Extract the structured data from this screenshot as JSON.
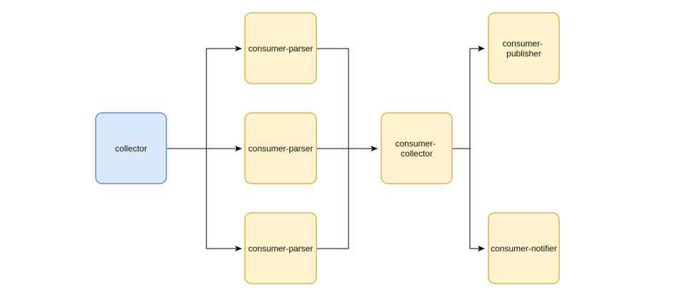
{
  "diagram": {
    "nodes": {
      "collector": {
        "lines": [
          "collector"
        ],
        "fill": "#dae8fc",
        "stroke": "#6c8ebf"
      },
      "parser_top": {
        "lines": [
          "consumer-parser"
        ],
        "fill": "#fff2cc",
        "stroke": "#d6b656"
      },
      "parser_mid": {
        "lines": [
          "consumer-parser"
        ],
        "fill": "#fff2cc",
        "stroke": "#d6b656"
      },
      "parser_bot": {
        "lines": [
          "consumer-parser"
        ],
        "fill": "#fff2cc",
        "stroke": "#d6b656"
      },
      "consumer_collector": {
        "lines": [
          "consumer-",
          "collector"
        ],
        "fill": "#fff2cc",
        "stroke": "#d6b656"
      },
      "publisher": {
        "lines": [
          "consumer-",
          "publisher"
        ],
        "fill": "#fff2cc",
        "stroke": "#d6b656"
      },
      "notifier": {
        "lines": [
          "consumer-notifier"
        ],
        "fill": "#fff2cc",
        "stroke": "#d6b656"
      }
    },
    "edges": [
      {
        "from": "collector",
        "to": "parser_top"
      },
      {
        "from": "collector",
        "to": "parser_mid"
      },
      {
        "from": "collector",
        "to": "parser_bot"
      },
      {
        "from": "parser_top",
        "to": "consumer_collector"
      },
      {
        "from": "parser_mid",
        "to": "consumer_collector"
      },
      {
        "from": "parser_bot",
        "to": "consumer_collector"
      },
      {
        "from": "consumer_collector",
        "to": "publisher"
      },
      {
        "from": "consumer_collector",
        "to": "notifier"
      }
    ],
    "edge_color": "#000000"
  }
}
